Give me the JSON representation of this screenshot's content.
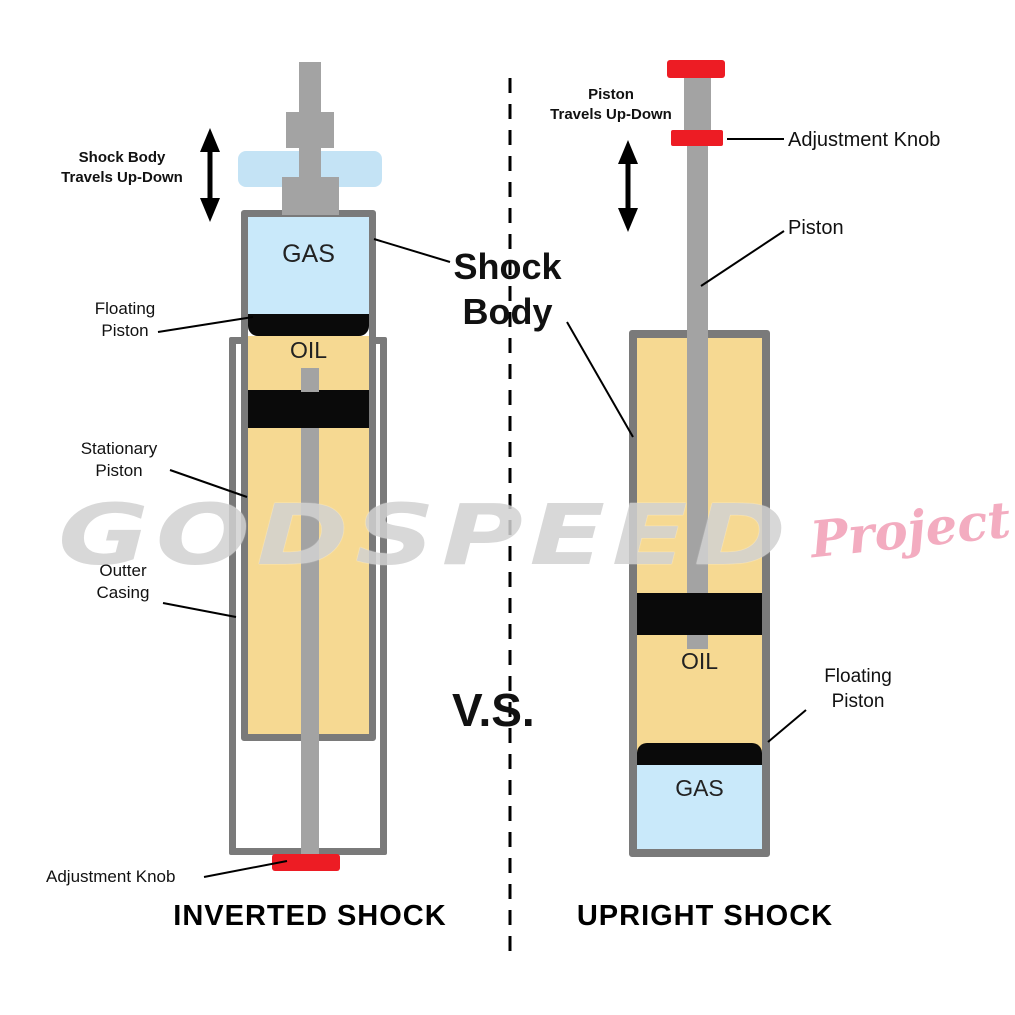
{
  "colors": {
    "gas": "#c9e9fa",
    "oil": "#f6d992",
    "piston_black": "#0a0a0a",
    "knob_red": "#ed1c24",
    "body_gray": "#7a7a7a",
    "shaft_gray": "#a3a3a3",
    "blue_band": "rgba(125,193,232,0.45)",
    "watermark_gray": "#d2d2d2",
    "watermark_pink": "#f2a4ba",
    "line_black": "#000000"
  },
  "watermark": {
    "main": "GODSPEED",
    "script": "Project"
  },
  "center": {
    "shock_body": "Shock\nBody",
    "vs": "V.S."
  },
  "inverted": {
    "title": "INVERTED SHOCK",
    "gas": "GAS",
    "oil": "OIL",
    "labels": {
      "travel": "Shock Body\nTravels Up-Down",
      "floating_piston": "Floating\nPiston",
      "stationary_piston": "Stationary\nPiston",
      "outer_casing": "Outter\nCasing",
      "adjustment_knob": "Adjustment Knob"
    }
  },
  "upright": {
    "title": "UPRIGHT SHOCK",
    "gas": "GAS",
    "oil": "OIL",
    "labels": {
      "travel": "Piston\nTravels Up-Down",
      "adjustment_knob": "Adjustment Knob",
      "piston": "Piston",
      "floating_piston": "Floating\nPiston"
    }
  }
}
